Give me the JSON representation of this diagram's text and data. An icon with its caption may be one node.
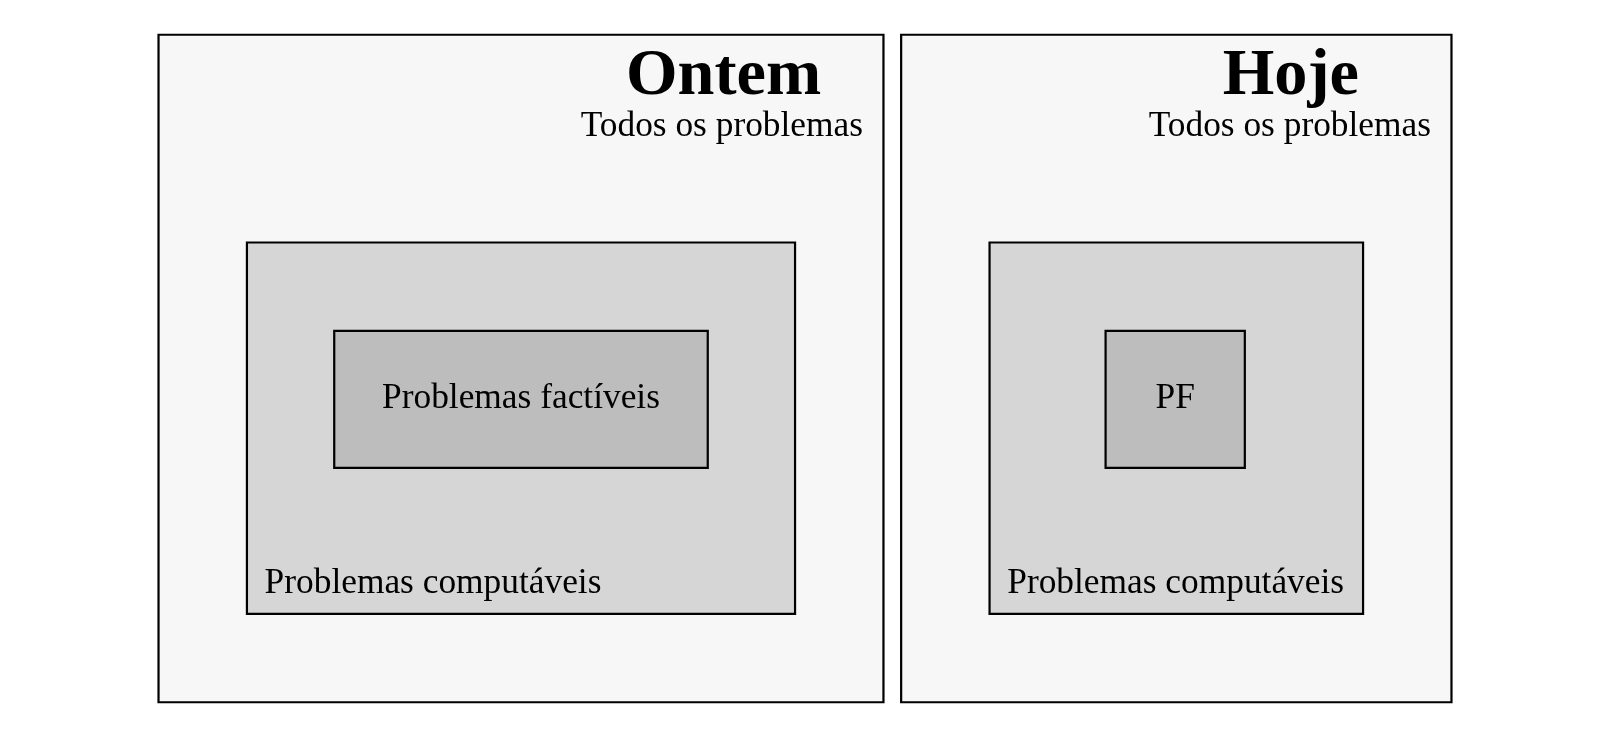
{
  "diagram": {
    "nodes": [
      {
        "text": [
          "Ontem",
          "Todos os problemas"
        ]
      },
      {
        "text": [
          "Problemas computáveis"
        ],
        "in": 0
      },
      {
        "text": [
          "Problemas factíveis"
        ],
        "in": 1
      },
      {
        "text": [
          "Hoje",
          "Todos os problemas"
        ]
      },
      {
        "text": [
          "Problemas computáveis"
        ],
        "in": 3
      },
      {
        "text": [
          "PF"
        ],
        "in": 4
      }
    ],
    "edges": []
  }
}
